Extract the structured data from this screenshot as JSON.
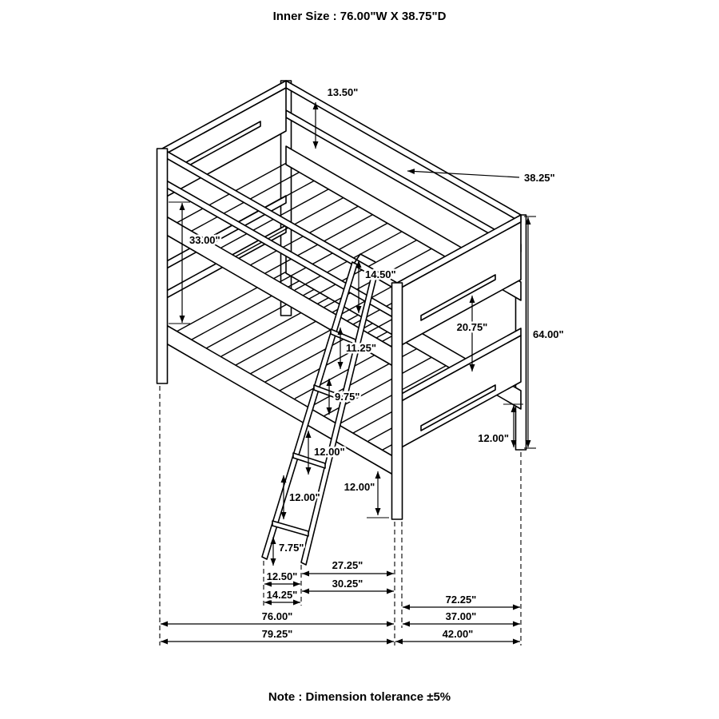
{
  "title": "Inner Size : 76.00\"W X 38.75\"D",
  "note": "Note : Dimension tolerance ±5%",
  "diagram": {
    "type": "technical-drawing",
    "subject": "twin over twin bunk bed with ladder, dimensioned",
    "colors": {
      "line": "#000000",
      "background": "#ffffff",
      "text": "#000000"
    }
  },
  "dims": {
    "guard_panel_height": "13.50\"",
    "top_inner_depth": "38.25\"",
    "head_bunk_gap": "33.00\"",
    "guard_rail_height": "14.50\"",
    "overall_height": "64.00\"",
    "foot_panel_gap": "20.75\"",
    "ladder_step_1": "11.25\"",
    "ladder_step_2": "9.75\"",
    "ladder_step_3": "12.00\"",
    "ladder_step_4": "12.00\"",
    "ladder_step_5": "7.75\"",
    "front_leg_height": "12.00\"",
    "back_leg_height": "12.00\"",
    "ladder_to_bed": "27.25\"",
    "ladder_span": "30.25\"",
    "ladder_base_width": "12.50\"",
    "ladder_base_outer": "14.25\"",
    "foot_upper_span": "72.25\"",
    "inner_length": "76.00\"",
    "foot_lower_span": "37.00\"",
    "overall_length": "79.25\"",
    "overall_depth": "42.00\""
  }
}
